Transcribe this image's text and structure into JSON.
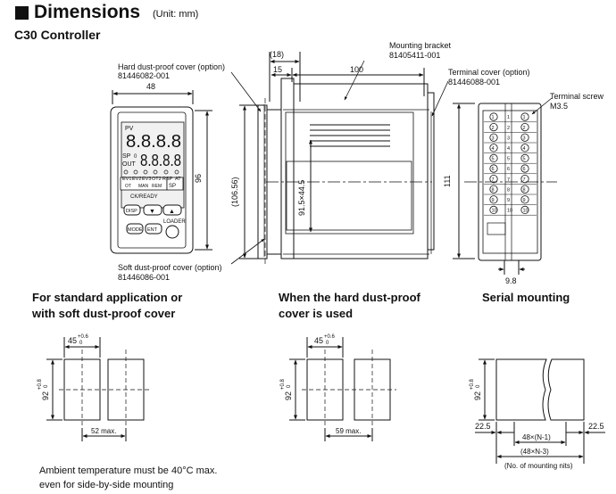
{
  "header": {
    "title": "Dimensions",
    "unit": "(Unit: mm)",
    "subtitle": "C30 Controller"
  },
  "callouts": {
    "hard_cover": [
      "Hard dust-proof cover (option)",
      "81446082-001"
    ],
    "soft_cover": [
      "Soft dust-proof cover (option)",
      "81446086-001"
    ],
    "bracket": [
      "Mounting bracket",
      "81405411-001"
    ],
    "terminal_cover": [
      "Terminal cover (option)",
      "81446088-001"
    ],
    "terminal_screw": [
      "Terminal screw",
      "M3.5"
    ]
  },
  "dims": {
    "front_width": "48",
    "front_height": "96",
    "side_18": "(18)",
    "side_15": "15",
    "side_100": "100",
    "side_106": "(106.56)",
    "side_91": "91.5×44.5",
    "rear_111": "111",
    "rear_9_8": "9.8"
  },
  "front_panel": {
    "pv_label": "PV",
    "pv_digits": "8.8.8.8",
    "sp_label": "SP",
    "sp_digits": "8.8.8.8",
    "out_label": "OUT",
    "sp_num": "0",
    "indicators": [
      "EV1",
      "EV2",
      "EV3",
      "OT2",
      "RSP",
      "AT"
    ],
    "ot_label": "OT",
    "man_label": "MAN",
    "rem_label": "REM",
    "ckready": "CK/READY",
    "sp_badge": "SP",
    "key_disp": "DISP",
    "key_up": "▲",
    "key_down": "▼",
    "key_mode": "MODE",
    "key_ent": "ENT",
    "loader": "LOADER"
  },
  "rear_panel": {
    "terminals": [
      "1",
      "2",
      "3",
      "4",
      "5",
      "6",
      "7",
      "8",
      "9",
      "10"
    ],
    "left_nums": [
      "1",
      "2",
      "3",
      "4",
      "5",
      "6",
      "7",
      "8",
      "9",
      "10"
    ],
    "right_nums": [
      "1",
      "2",
      "3",
      "4",
      "5",
      "6",
      "7",
      "8",
      "9",
      "10"
    ]
  },
  "panel_cutouts": [
    {
      "title": [
        "For standard application or",
        "with soft dust-proof cover"
      ],
      "width": "45",
      "tol_w": [
        "+0.6",
        "0"
      ],
      "height": "92",
      "tol_h": [
        "+0.8",
        "0"
      ],
      "pitch": "52 max."
    },
    {
      "title": [
        "When the hard dust-proof",
        "cover is used"
      ],
      "width": "45",
      "tol_w": [
        "+0.6",
        "0"
      ],
      "height": "92",
      "tol_h": [
        "+0.8",
        "0"
      ],
      "pitch": "59 max."
    },
    {
      "title": [
        "Serial mounting"
      ],
      "height": "92",
      "tol_h": [
        "+0.8",
        "0"
      ],
      "edge_left": "22.5",
      "edge_right": "22.5",
      "dim_inner": "48×(N-1)",
      "dim_total": "(48×N-3)",
      "note": "(No. of mounting nits)"
    }
  ],
  "ambient_note": [
    "Ambient temperature must be 40°C max.",
    "even for side-by-side mounting"
  ]
}
